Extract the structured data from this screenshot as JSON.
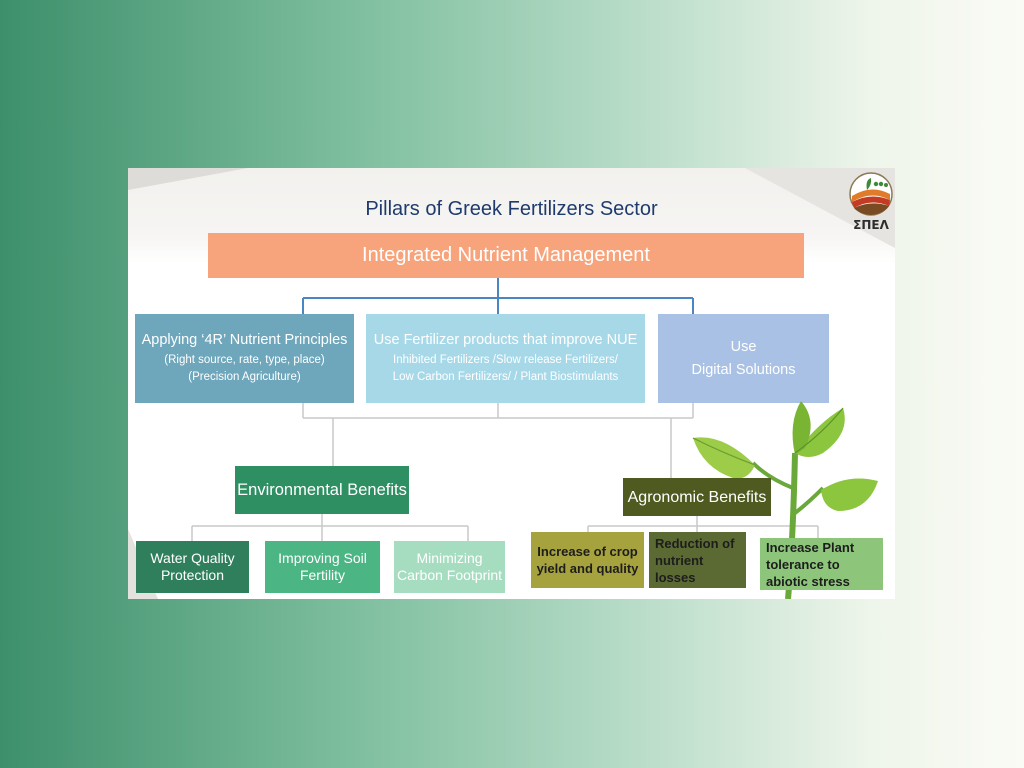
{
  "slide": {
    "title": "Pillars of Greek Fertilizers Sector",
    "logo_text": "ΣΠΕΛ",
    "root": "Integrated Nutrient Management",
    "pillars": [
      {
        "heading": "Applying ‘4R’ Nutrient Principles",
        "sub1": "(Right source, rate, type, place)",
        "sub2": "(Precision Agriculture)"
      },
      {
        "heading": "Use Fertilizer products that improve NUE",
        "sub1": "Inhibited Fertilizers /Slow release Fertilizers/",
        "sub2": "Low Carbon Fertilizers/ / Plant Biostimulants"
      },
      {
        "heading_line1": "Use",
        "heading_line2": "Digital Solutions"
      }
    ],
    "environmental": {
      "label": "Environmental Benefits",
      "items": [
        "Water Quality Protection",
        "Improving Soil Fertility",
        "Minimizing Carbon Footprint"
      ]
    },
    "agronomic": {
      "label": "Agronomic Benefits",
      "items": [
        "Increase of crop yield and quality",
        "Reduction of nutrient losses",
        "Increase Plant tolerance to abiotic stress"
      ]
    }
  },
  "colors": {
    "title": "#1f3b6e",
    "root": "#f7a47c",
    "pillar_1": "#6ea6bb",
    "pillar_2": "#a7d8e8",
    "pillar_3": "#a9c1e4",
    "connector": "#4a86c2",
    "env": "#2e8f62",
    "agr": "#4e5a1f"
  }
}
